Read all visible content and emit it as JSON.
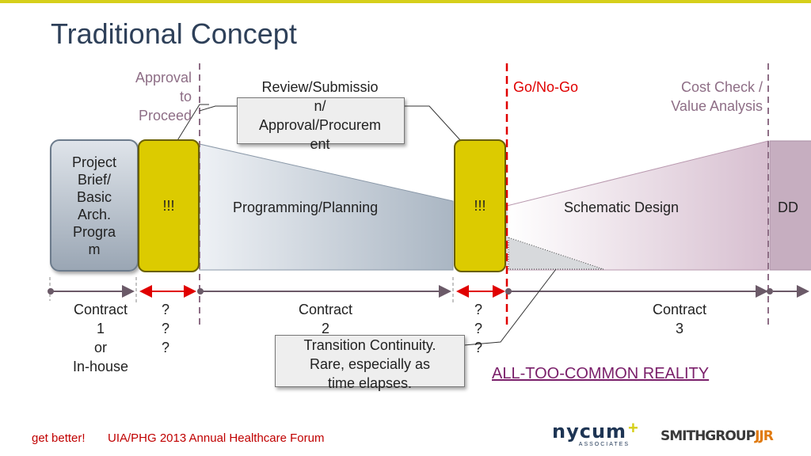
{
  "title": "Traditional Concept",
  "labels": {
    "approval": [
      "Approval",
      "to",
      "Proceed"
    ],
    "review": [
      "Review/Submissio",
      "n/",
      "Approval/Procurem",
      "ent"
    ],
    "go_no_go": "Go/No-Go",
    "cost_check": [
      "Cost Check /",
      "Value Analysis"
    ],
    "brief": [
      "Project",
      "Brief/",
      "Basic",
      "Arch.",
      "Progra",
      "m"
    ],
    "gate1": "!!!",
    "gate2": "!!!",
    "programming": "Programming/Planning",
    "schematic": "Schematic Design",
    "dd": "DD",
    "contract1": [
      "Contract",
      "1",
      "or",
      "In-house"
    ],
    "q1": [
      "?",
      "?",
      "?"
    ],
    "contract2": [
      "Contract",
      "2"
    ],
    "q2": [
      "?",
      "?",
      "?"
    ],
    "contract3": [
      "Contract",
      "3"
    ],
    "transition": [
      "Transition Continuity.",
      "Rare, especially as",
      "time elapses."
    ],
    "reality": "ALL-TOO-COMMON REALITY"
  },
  "footer": {
    "tagline": "get better!",
    "event": "UIA/PHG 2013 Annual Healthcare Forum",
    "logo_nycum": "nycum",
    "logo_nycum_sub": "ASSOCIATES",
    "logo_smith": "SMITHGROUP",
    "logo_jjr": "JJR"
  },
  "colors": {
    "title": "#2e4059",
    "yellow": "#dccb00",
    "purple": "#8e6e86",
    "red": "#e00000",
    "timeline": "#6b5a68",
    "bar": "#d6cf1a"
  }
}
